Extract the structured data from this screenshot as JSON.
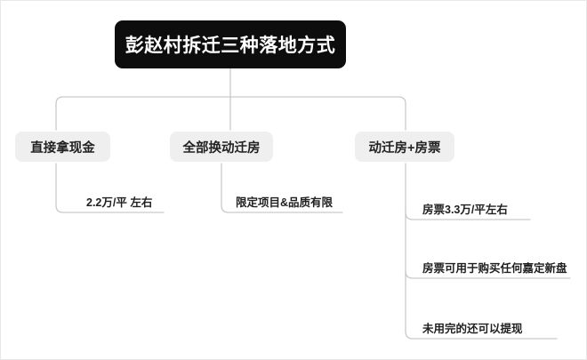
{
  "diagram": {
    "type": "mindmap-tree",
    "orientation": "top-down",
    "background_color": "#ffffff",
    "edge_color": "#c9c9c9",
    "root": {
      "label": "彭赵村拆迁三种落地方式",
      "background_color": "#0d0d0d",
      "text_color": "#ffffff"
    },
    "branches": [
      {
        "id": "branch-cash",
        "label": "直接拿现金",
        "background_color": "#efefef",
        "text_color": "#222222",
        "leaves": [
          {
            "id": "leaf-cash-price",
            "label": "2.2万/平 左右"
          }
        ]
      },
      {
        "id": "branch-relocation-housing",
        "label": "全部换动迁房",
        "background_color": "#efefef",
        "text_color": "#222222",
        "leaves": [
          {
            "id": "leaf-limited-projects",
            "label": "限定项目&品质有限"
          }
        ]
      },
      {
        "id": "branch-housing-plus-voucher",
        "label": "动迁房+房票",
        "background_color": "#efefef",
        "text_color": "#222222",
        "leaves": [
          {
            "id": "leaf-voucher-price",
            "label": "房票3.3万/平左右"
          },
          {
            "id": "leaf-voucher-usage",
            "label": "房票可用于购买任何嘉定新盘"
          },
          {
            "id": "leaf-voucher-cashout",
            "label": "未用完的还可以提现"
          }
        ]
      }
    ]
  }
}
